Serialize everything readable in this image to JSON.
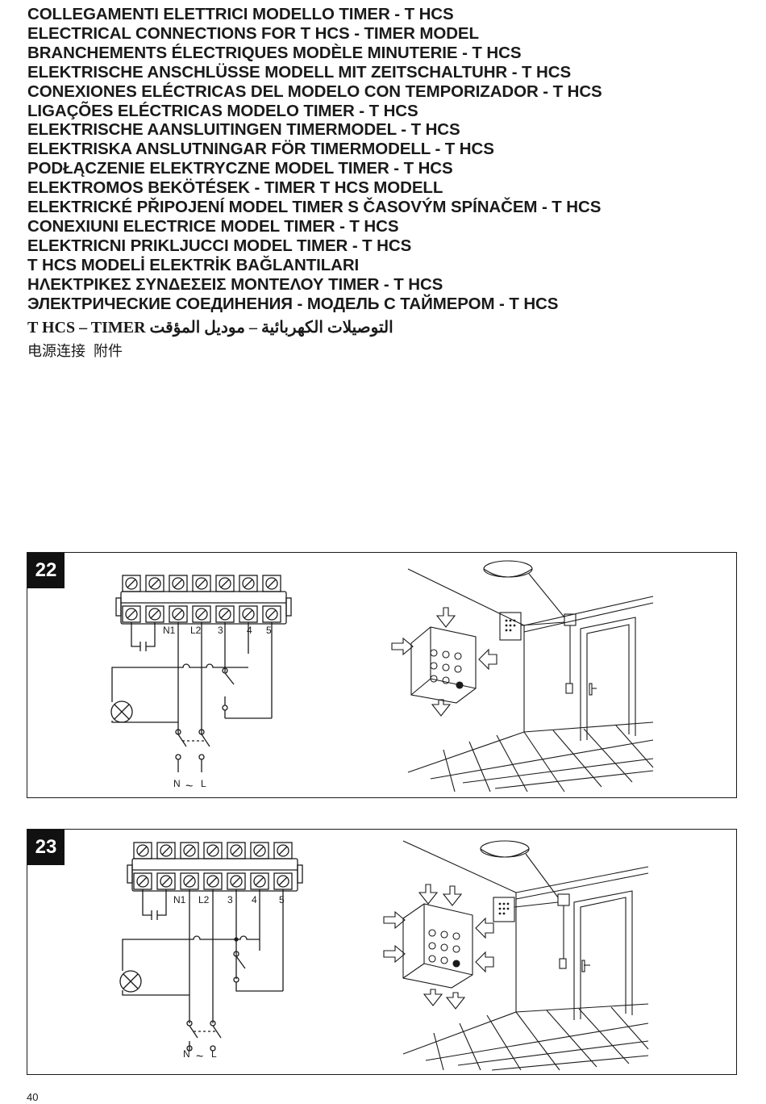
{
  "headings": [
    "COLLEGAMENTI ELETTRICI MODELLO TIMER - T HCS",
    "ELECTRICAL CONNECTIONS FOR T HCS - TIMER MODEL",
    "BRANCHEMENTS ÉLECTRIQUES MODÈLE MINUTERIE - T HCS",
    "ELEKTRISCHE ANSCHLÜSSE MODELL MIT ZEITSCHALTUHR - T HCS",
    "CONEXIONES ELÉCTRICAS DEL MODELO CON TEMPORIZADOR - T HCS",
    "LIGAÇÕES ELÉCTRICAS MODELO TIMER - T HCS",
    "ELEKTRISCHE AANSLUITINGEN TIMERMODEL - T HCS",
    "ELEKTRISKA ANSLUTNINGAR FÖR TIMERMODELL - T HCS",
    "PODŁĄCZENIE ELEKTRYCZNE MODEL TIMER - T HCS",
    "ELEKTROMOS BEKÖTÉSEK - TIMER T HCS MODELL",
    "ELEKTRICKÉ PŘIPOJENÍ MODEL TIMER S ČASOVÝM SPÍNAČEM  - T HCS",
    "CONEXIUNI ELECTRICE MODEL TIMER - T HCS",
    "ELEKTRICNI PRIKLJUCCI MODEL TIMER - T HCS",
    "T HCS MODELİ ELEKTRİK BAĞLANTILARI",
    "ΗΛΕΚΤΡΙΚΕΣ ΣΥΝΔΕΣΕΙΣ ΜΟΝΤΕΛΟΥ TIMER - T HCS",
    "ЭЛЕКТРИЧЕСКИЕ СОЕДИНЕНИЯ - МОДЕЛЬ С ТАЙМЕРОМ - T HCS"
  ],
  "arabic_heading": "T HCS – TIMER التوصيلات الكهربائية – موديل المؤقت",
  "chinese_heading": [
    "电源连接",
    "附件"
  ],
  "figures": [
    {
      "number": "22",
      "terminal_labels": [
        "N1",
        "L2",
        "3",
        "4",
        "5"
      ],
      "supply_labels": {
        "neutral": "N",
        "tilde": "~",
        "live": "L"
      }
    },
    {
      "number": "23",
      "terminal_labels": [
        "N1",
        "L2",
        "3",
        "4",
        "5"
      ],
      "supply_labels": {
        "neutral": "N",
        "tilde": "~",
        "live": "L"
      }
    }
  ],
  "page_number": "40"
}
